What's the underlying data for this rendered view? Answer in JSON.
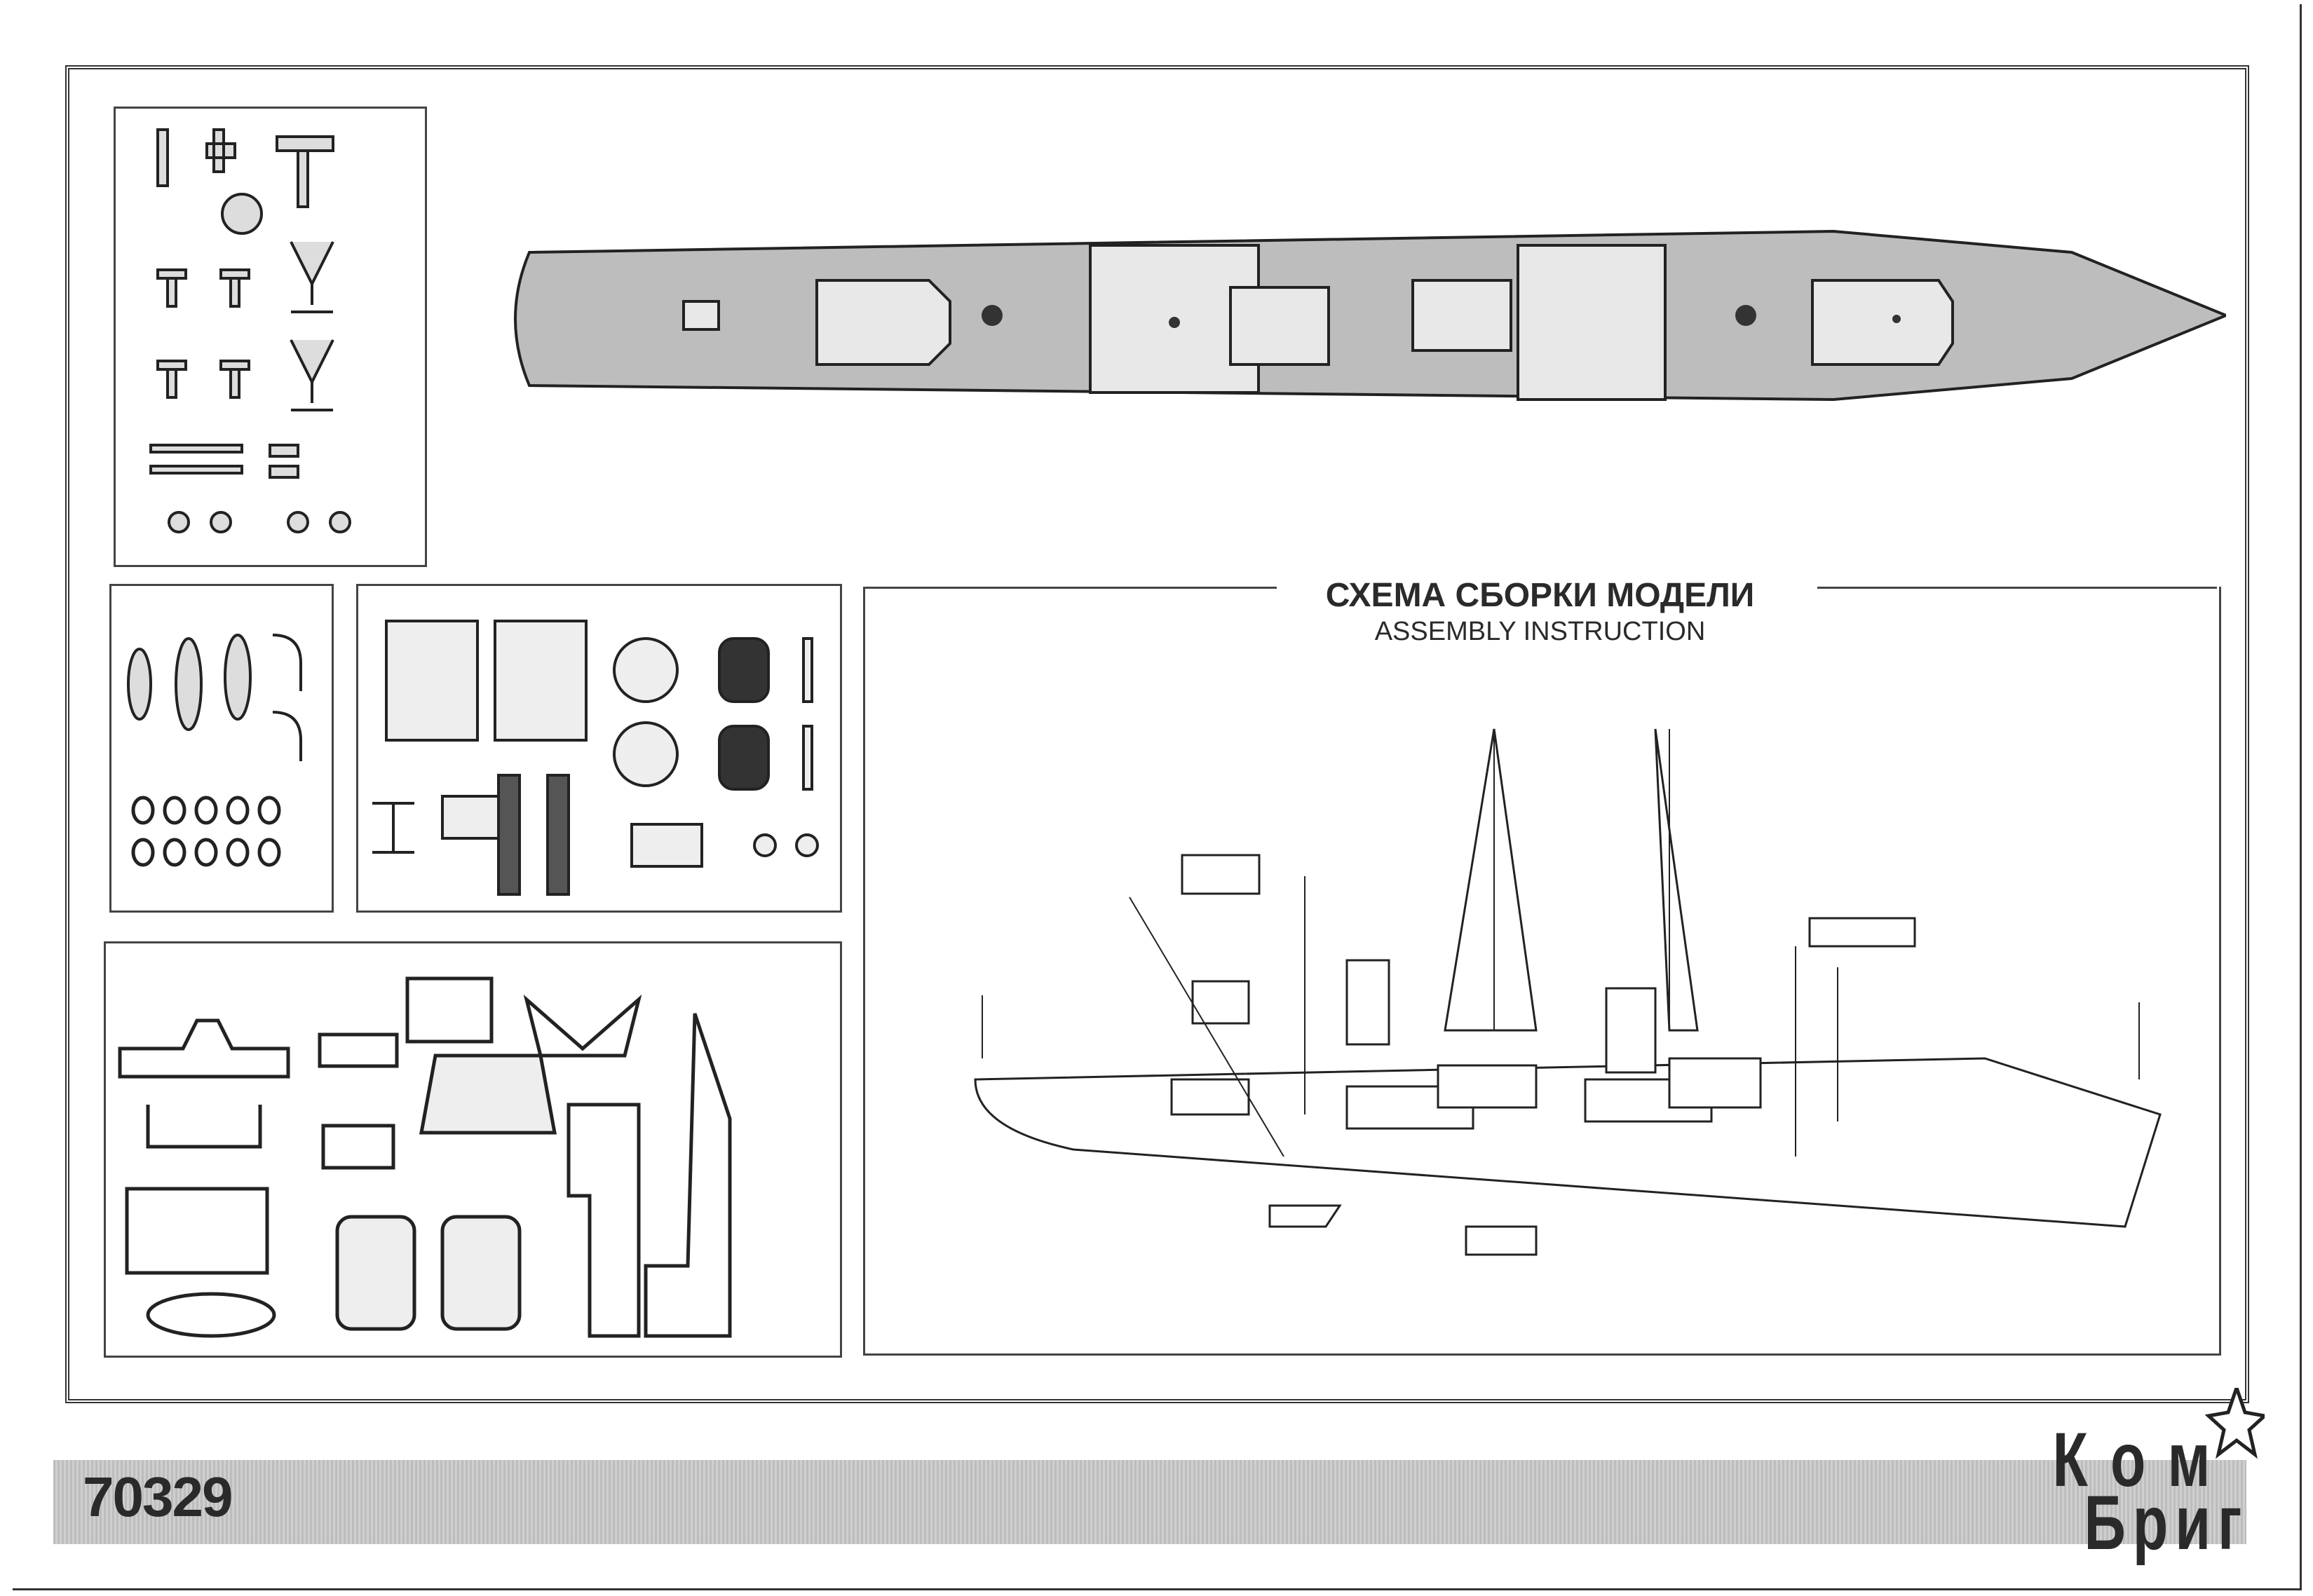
{
  "assembly": {
    "title_ru": "СХЕМА СБОРКИ МОДЕЛИ",
    "title_en": "ASSEMBLY INSTRUCTION"
  },
  "footer": {
    "kit_number": "70329",
    "brand_logo": "КомБриг"
  }
}
